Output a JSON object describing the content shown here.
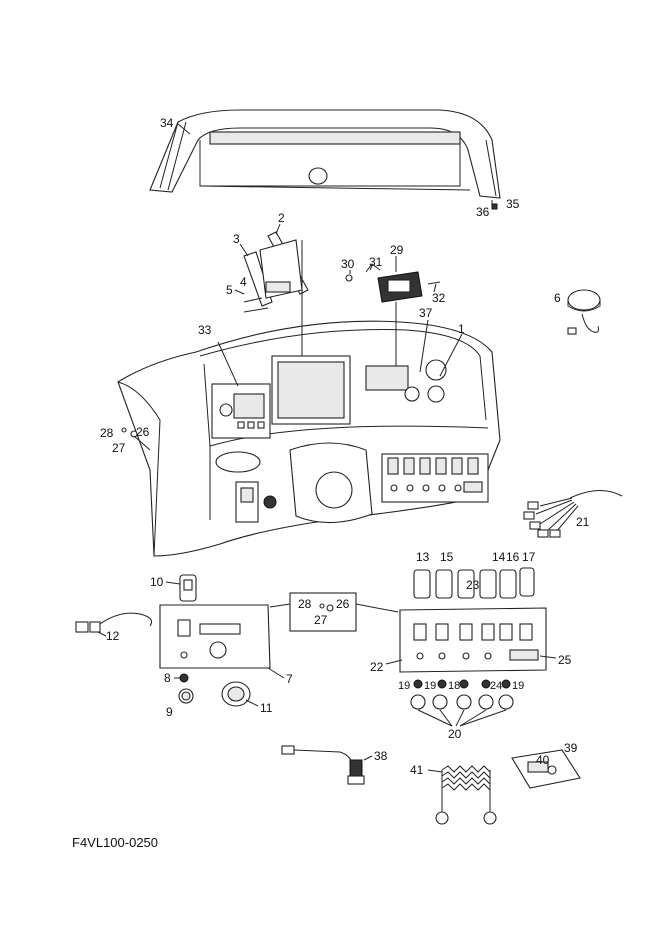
{
  "figure_code": "F4VL100-0250",
  "callouts": {
    "c1": "1",
    "c2": "2",
    "c3": "3",
    "c4": "4",
    "c5": "5",
    "c6": "6",
    "c7": "7",
    "c8": "8",
    "c9": "9",
    "c10": "10",
    "c11": "11",
    "c12": "12",
    "c13": "13",
    "c14": "14",
    "c15": "15",
    "c16": "16",
    "c17": "17",
    "c18": "18",
    "c19a": "19",
    "c19b": "19",
    "c19c": "19",
    "c20": "20",
    "c21": "21",
    "c22": "22",
    "c23": "23",
    "c24": "24",
    "c25": "25",
    "c26a": "26",
    "c26b": "26",
    "c27a": "27",
    "c27b": "27",
    "c28a": "28",
    "c28b": "28",
    "c29": "29",
    "c30": "30",
    "c31": "31",
    "c32": "32",
    "c33": "33",
    "c34": "34",
    "c35": "35",
    "c36": "36",
    "c37": "37",
    "c38": "38",
    "c39": "39",
    "c40": "40",
    "c41": "41"
  }
}
